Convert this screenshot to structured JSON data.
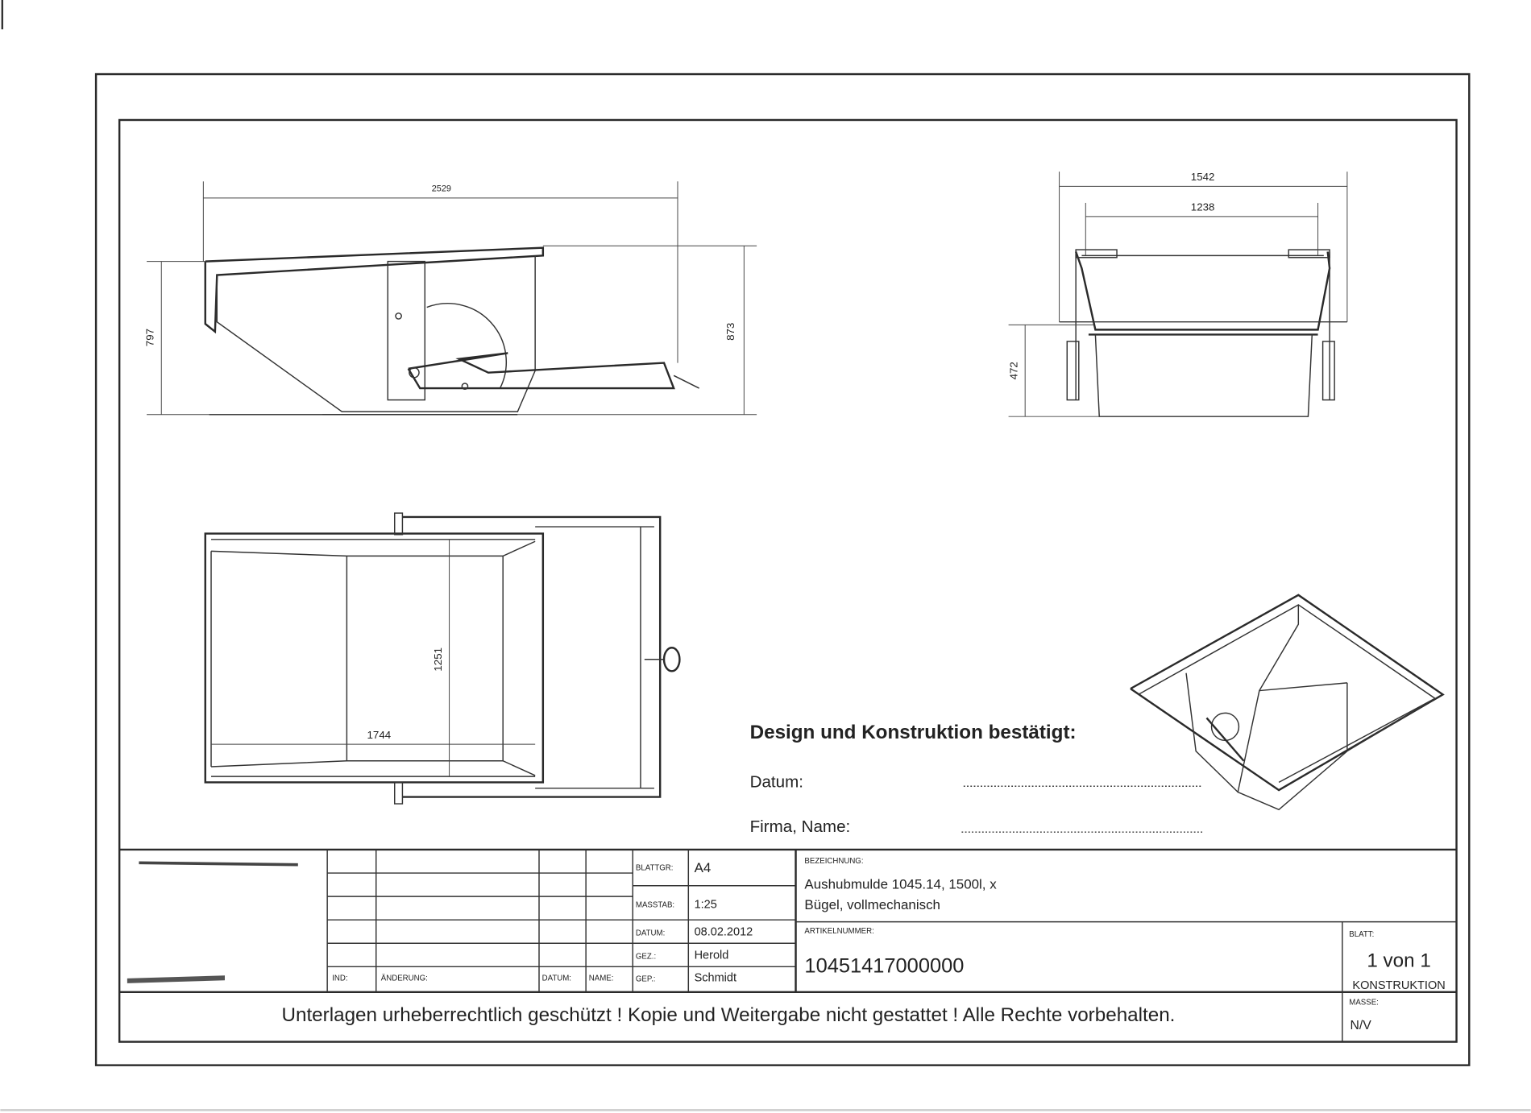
{
  "drawing": {
    "dimensions": {
      "side_length": "2529",
      "side_height_left": "797",
      "side_height_right": "873",
      "front_outer_width": "1542",
      "front_inner_width": "1238",
      "front_lower_height": "472",
      "top_width": "1251",
      "top_length": "1744"
    }
  },
  "confirmation": {
    "heading": "Design und Konstruktion bestätigt:",
    "date_label": "Datum:",
    "company_label": "Firma, Name:"
  },
  "title_block": {
    "revision_headers": {
      "ind": "IND:",
      "change": "ÄNDERUNG:",
      "date": "DATUM:",
      "name": "NAME:"
    },
    "fields": [
      {
        "label": "BLATTGR:",
        "value": "A4"
      },
      {
        "label": "MASSTAB:",
        "value": "1:25"
      },
      {
        "label": "DATUM:",
        "value": "08.02.2012"
      },
      {
        "label": "GEZ.:",
        "value": "Herold"
      },
      {
        "label": "GEP.:",
        "value": "Schmidt"
      }
    ],
    "designation_label": "BEZEICHNUNG:",
    "designation_line1": "Aushubmulde 1045.14, 1500l, x",
    "designation_line2": "Bügel, vollmechanisch",
    "article_label": "ARTIKELNUMMER:",
    "article_number": "10451417000000",
    "sheet_label": "BLATT:",
    "sheet_value": "1 von 1",
    "department": "KONSTRUKTION",
    "mass_label": "MASSE:",
    "mass_value": "N/V",
    "copyright": "Unterlagen urheberrechtlich geschützt ! Kopie und Weitergabe nicht gestattet ! Alle Rechte vorbehalten."
  }
}
